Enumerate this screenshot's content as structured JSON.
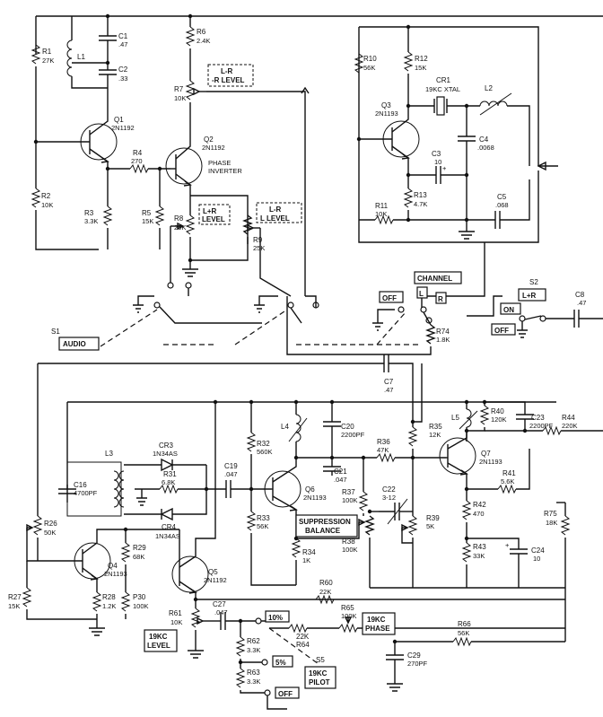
{
  "resistors": {
    "R1": {
      "name": "R1",
      "value": "27K"
    },
    "R2": {
      "name": "R2",
      "value": "10K"
    },
    "R3": {
      "name": "R3",
      "value": "3.3K"
    },
    "R4": {
      "name": "R4",
      "value": "270"
    },
    "R5": {
      "name": "R5",
      "value": "15K"
    },
    "R6": {
      "name": "R6",
      "value": "2.4K"
    },
    "R7": {
      "name": "R7",
      "value": "10K"
    },
    "R8": {
      "name": "R8",
      "value": "25K"
    },
    "R9": {
      "name": "R9",
      "value": "25K"
    },
    "R10": {
      "name": "R10",
      "value": "56K"
    },
    "R11": {
      "name": "R11",
      "value": "10K"
    },
    "R12": {
      "name": "R12",
      "value": "15K"
    },
    "R13": {
      "name": "R13",
      "value": "4.7K"
    },
    "R26": {
      "name": "R26",
      "value": "50K"
    },
    "R27": {
      "name": "R27",
      "value": "15K"
    },
    "R28": {
      "name": "R28",
      "value": "1.2K"
    },
    "R29": {
      "name": "R29",
      "value": "68K"
    },
    "R30": {
      "name": "P30",
      "value": "100K"
    },
    "R31": {
      "name": "R31",
      "value": "6.8K"
    },
    "R32": {
      "name": "R32",
      "value": "560K"
    },
    "R33": {
      "name": "R33",
      "value": "56K"
    },
    "R34": {
      "name": "R34",
      "value": "1K"
    },
    "R35": {
      "name": "R35",
      "value": "12K"
    },
    "R36": {
      "name": "R36",
      "value": "47K"
    },
    "R37": {
      "name": "R37",
      "value": "100K"
    },
    "R38": {
      "name": "R38",
      "value": "100K"
    },
    "R39": {
      "name": "R39",
      "value": "5K"
    },
    "R40": {
      "name": "R40",
      "value": "120K"
    },
    "R41": {
      "name": "R41",
      "value": "5.6K"
    },
    "R42": {
      "name": "R42",
      "value": "470"
    },
    "R43": {
      "name": "R43",
      "value": "33K"
    },
    "R44": {
      "name": "R44",
      "value": "220K"
    },
    "R60": {
      "name": "R60",
      "value": "22K"
    },
    "R61": {
      "name": "R61",
      "value": "10K"
    },
    "R62": {
      "name": "R62",
      "value": "3.3K"
    },
    "R63": {
      "name": "R63",
      "value": "3.3K"
    },
    "R64": {
      "name": "R64",
      "value": "22K"
    },
    "R65": {
      "name": "R65",
      "value": "100K"
    },
    "R66": {
      "name": "R66",
      "value": "56K"
    },
    "R74": {
      "name": "R74",
      "value": "1.8K"
    },
    "R75": {
      "name": "R75",
      "value": "18K"
    }
  },
  "capacitors": {
    "C1": {
      "name": "C1",
      "value": ".47"
    },
    "C2": {
      "name": "C2",
      "value": ".33"
    },
    "C3": {
      "name": "C3",
      "value": "10"
    },
    "C4": {
      "name": "C4",
      "value": ".0068"
    },
    "C5": {
      "name": "C5",
      "value": ".068"
    },
    "C7": {
      "name": "C7",
      "value": ".47"
    },
    "C8": {
      "name": "C8",
      "value": ".47"
    },
    "C16": {
      "name": "C16",
      "value": "4700PF"
    },
    "C19": {
      "name": "C19",
      "value": ".047"
    },
    "C20": {
      "name": "C20",
      "value": "2200PF"
    },
    "C21": {
      "name": "C21",
      "value": ".047"
    },
    "C22": {
      "name": "C22",
      "value": "3-12"
    },
    "C23": {
      "name": "C23",
      "value": "2200PF"
    },
    "C24": {
      "name": "C24",
      "value": "10"
    },
    "C27": {
      "name": "C27",
      "value": ".047"
    },
    "C29": {
      "name": "C29",
      "value": "270PF"
    }
  },
  "transistors": {
    "Q1": {
      "name": "Q1",
      "type": "2N1192"
    },
    "Q2": {
      "name": "Q2",
      "type": "2N1192",
      "role": "PHASE",
      "role2": "INVERTER"
    },
    "Q3": {
      "name": "Q3",
      "type": "2N1193"
    },
    "Q4": {
      "name": "Q4",
      "type": "2N1193"
    },
    "Q5": {
      "name": "Q5",
      "type": "2N1192"
    },
    "Q6": {
      "name": "Q6",
      "type": "2N1193"
    },
    "Q7": {
      "name": "Q7",
      "type": "2N1193"
    }
  },
  "inductors": {
    "L1": "L1",
    "L2": "L2",
    "L3": "L3",
    "L4": "L4",
    "L5": "L5"
  },
  "crystal": {
    "name": "CR1",
    "value": "19KC XTAL"
  },
  "diodes": {
    "CR3": {
      "name": "CR3",
      "type": "1N34AS"
    },
    "CR4": {
      "name": "CR4",
      "type": "1N34AS"
    }
  },
  "boxes": {
    "lr_level": [
      "L-R",
      "-R LEVEL"
    ],
    "lplus_level": [
      "L+R",
      "LEVEL"
    ],
    "l_level": [
      "L-R",
      "L LEVEL"
    ],
    "channel": "CHANNEL",
    "l": "L",
    "r": "R",
    "off_top": "OFF",
    "audio": "AUDIO",
    "lplusr": "L+R",
    "on": "ON",
    "off_right": "OFF",
    "suppression": [
      "SUPPRESSION",
      "BALANCE"
    ],
    "kc_level": [
      "19KC",
      "LEVEL"
    ],
    "pct10": "10%",
    "kc_phase": [
      "19KC",
      "PHASE"
    ],
    "pct5": "5%",
    "off_bottom": "OFF",
    "pilot": [
      "19KC",
      "PILOT"
    ]
  },
  "switches": {
    "S1": "S1",
    "S2": "S2",
    "S5": "S5"
  }
}
